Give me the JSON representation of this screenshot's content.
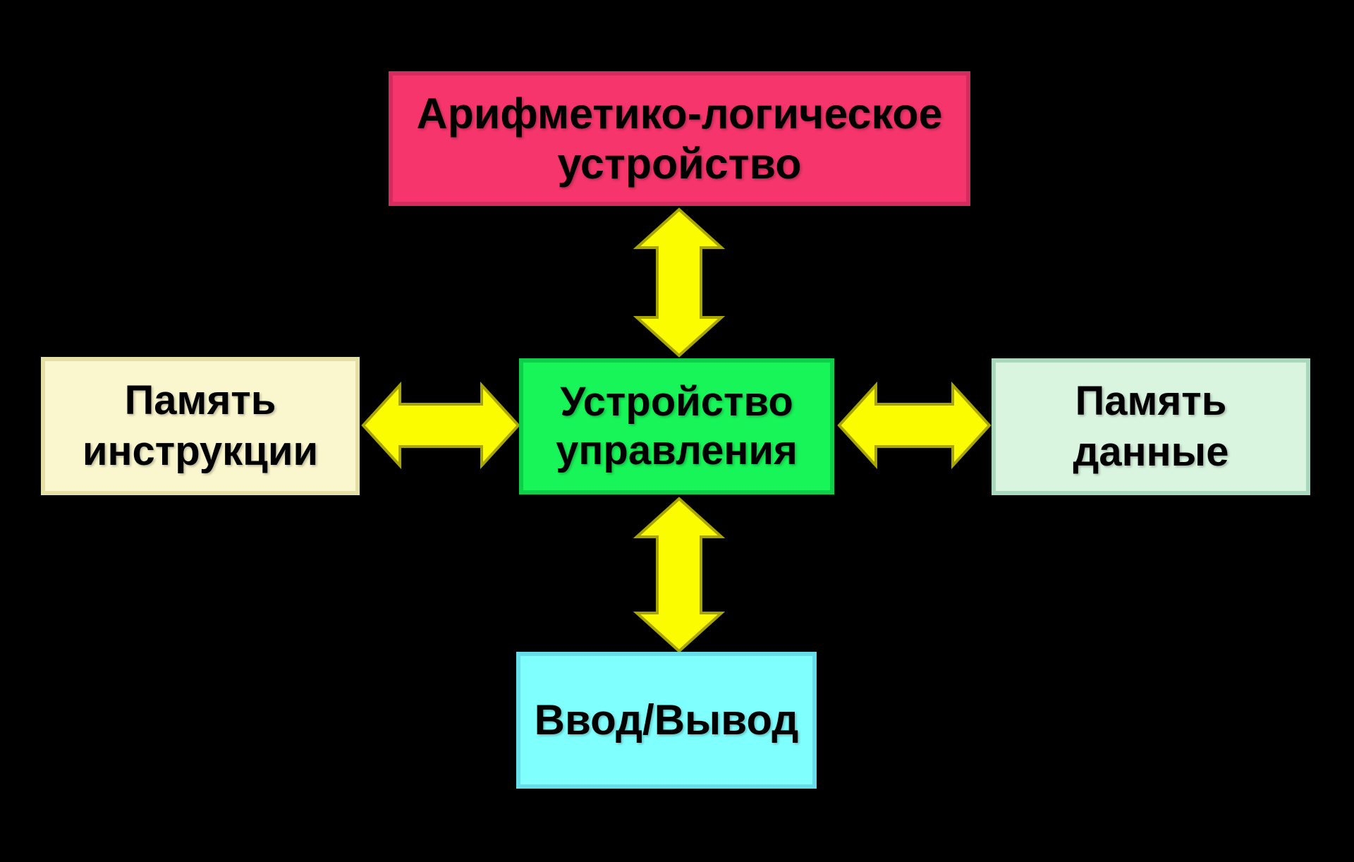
{
  "diagram": {
    "background_color": "#000000",
    "arrow_style": {
      "fill": "#FCFC00",
      "stroke": "#A9A500"
    },
    "nodes": {
      "alu": {
        "lines": [
          "Арифметико-логическое",
          "устройство"
        ],
        "fill": "#F5356B",
        "border_color": "#D62B5E"
      },
      "control_unit": {
        "lines": [
          "Устройство",
          "управления"
        ],
        "fill": "#17F558",
        "border_color": "#10CE4B"
      },
      "instruction_memory": {
        "lines": [
          "Память",
          "инструкции"
        ],
        "fill": "#FAF6CD",
        "border_color": "#E5E0A8"
      },
      "data_memory": {
        "lines": [
          "Память",
          "данные"
        ],
        "fill": "#D9F5DF",
        "border_color": "#A9D8BC"
      },
      "io": {
        "lines": [
          "Ввод/Вывод"
        ],
        "fill": "#80FFFF",
        "border_color": "#67DEE9"
      }
    },
    "arrows": [
      {
        "name": "arrow-alu-control",
        "type": "double-headed-vertical"
      },
      {
        "name": "arrow-control-io",
        "type": "double-headed-vertical"
      },
      {
        "name": "arrow-instruction-memory-control",
        "type": "double-headed-horizontal"
      },
      {
        "name": "arrow-control-data-memory",
        "type": "double-headed-horizontal"
      }
    ]
  }
}
